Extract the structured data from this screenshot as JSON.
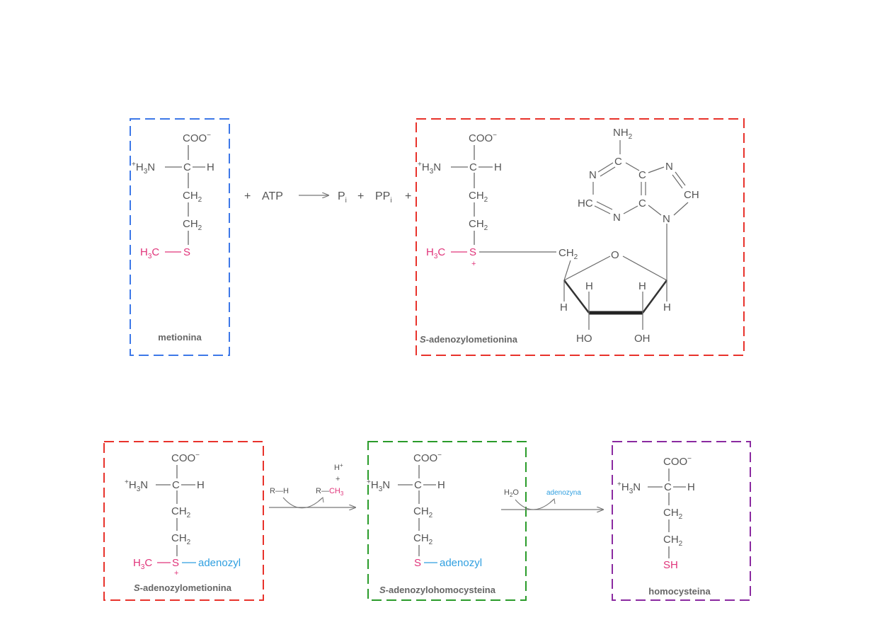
{
  "colors": {
    "box_met": "#3d78e8",
    "box_sam": "#e8322b",
    "box_sah": "#2a9b2a",
    "box_hcy": "#8a2aa0",
    "methyl": "#e0347a",
    "adenosyl": "#2f9fe0",
    "bond": "#6a6a6a",
    "text": "#555555"
  },
  "top_reaction": {
    "plus1": "+",
    "atp": "ATP",
    "pi": "P",
    "pi_sub": "i",
    "plus2": "+",
    "ppi": "PP",
    "ppi_sub": "i",
    "plus3": "+"
  },
  "methionine": {
    "coo": "COO",
    "coo_charge": "−",
    "h3n": "H",
    "h3n_sub": "3",
    "h3n_n": "N",
    "plus": "+",
    "c": "C",
    "h": "H",
    "ch2_a": "CH",
    "ch2_b": "CH",
    "sub2": "2",
    "h3c": "H",
    "h3c_sub": "3",
    "h3c_c": "C",
    "s": "S",
    "name": "metionina"
  },
  "sam_top": {
    "coo": "COO",
    "coo_charge": "−",
    "h3n": "H",
    "h3n_sub": "3",
    "h3n_n": "N",
    "plus": "+",
    "c": "C",
    "h": "H",
    "ch2_a": "CH",
    "ch2_b": "CH",
    "sub2": "2",
    "h3c": "H",
    "h3c_sub": "3",
    "h3c_c": "C",
    "s": "S",
    "s_charge": "+",
    "ch2_ribose": "CH",
    "o_ring": "O",
    "h_labels": [
      "H",
      "H",
      "H",
      "H"
    ],
    "ho": "HO",
    "oh": "OH",
    "nh2": "NH",
    "n_labels": [
      "N",
      "N",
      "N",
      "N"
    ],
    "c_labels": [
      "C",
      "C",
      "C"
    ],
    "hc": "HC",
    "ch": "CH",
    "name_italic": "S",
    "name_rest": "-adenozylometionina"
  },
  "bottom_reaction": {
    "r_h": "R—H",
    "r_ch3_r": "R—",
    "r_ch3": "CH",
    "r_ch3_sub": "3",
    "h_plus": "H",
    "h_plus_sup": "+",
    "h_plus_plus": "+",
    "h2o": "H",
    "h2o_sub": "2",
    "h2o_o": "O",
    "adenozyna": "adenozyna"
  },
  "sam_bottom": {
    "coo": "COO",
    "coo_charge": "−",
    "h3n": "H",
    "h3n_sub": "3",
    "h3n_n": "N",
    "plus": "+",
    "c": "C",
    "h": "H",
    "ch2": "CH",
    "sub2": "2",
    "h3c": "H",
    "h3c_sub": "3",
    "h3c_c": "C",
    "s": "S",
    "s_charge": "+",
    "adenozyl": "adenozyl",
    "name_italic": "S",
    "name_rest": "-adenozylometionina"
  },
  "sah": {
    "coo": "COO",
    "coo_charge": "−",
    "h3n": "H",
    "h3n_sub": "3",
    "h3n_n": "N",
    "plus": "+",
    "c": "C",
    "h": "H",
    "ch2": "CH",
    "sub2": "2",
    "s": "S",
    "adenozyl": "adenozyl",
    "name_italic": "S",
    "name_rest": "-adenozylohomocysteina"
  },
  "homocysteine": {
    "coo": "COO",
    "coo_charge": "−",
    "h3n": "H",
    "h3n_sub": "3",
    "h3n_n": "N",
    "plus": "+",
    "c": "C",
    "h": "H",
    "ch2": "CH",
    "sub2": "2",
    "sh": "SH",
    "name": "homocysteina"
  }
}
